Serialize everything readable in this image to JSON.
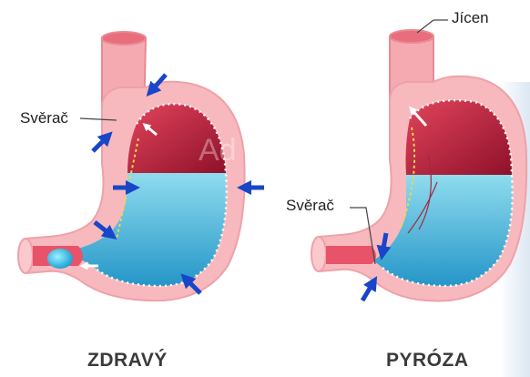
{
  "labels": {
    "left_sphincter": "Svěrač",
    "esophagus": "Jícen",
    "right_sphincter": "Svěrač"
  },
  "captions": {
    "left": "ZDRAVÝ",
    "right": "PYRÓZA"
  },
  "watermark": "Ad",
  "colors": {
    "wall_outer": "#f7b9bd",
    "wall_inner": "#f28f97",
    "cavity_red": "#cc2f4a",
    "cavity_dark": "#9a1530",
    "fluid_top": "#7fd6ea",
    "fluid_bottom": "#2a9fcf",
    "arrow_blue": "#1846c8"
  }
}
